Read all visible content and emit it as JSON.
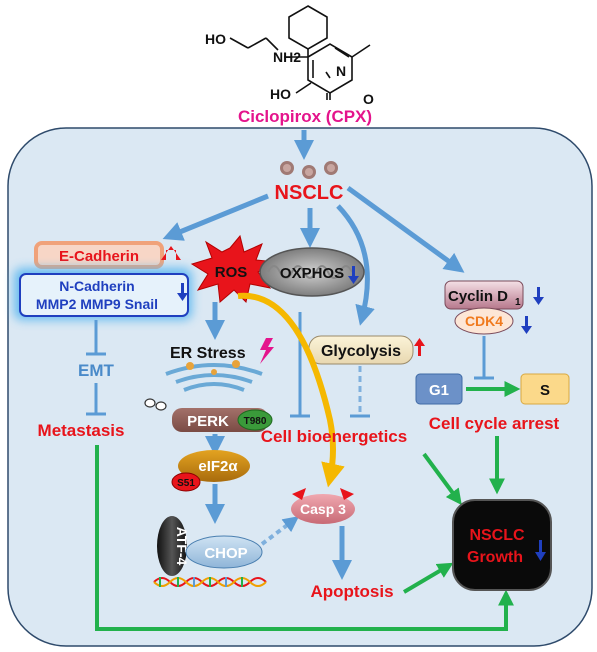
{
  "molecule": {
    "ho_top": "HO",
    "nh2": "NH2",
    "ho_bottom": "HO",
    "n": "N",
    "o": "O",
    "name": "Ciclopirox (CPX)"
  },
  "nodes": {
    "nsclc": "NSCLC",
    "ecadherin": "E-Cadherin",
    "ncadherin_line1": "N-Cadherin",
    "ncadherin_line2": "MMP2 MMP9 Snail",
    "emt": "EMT",
    "metastasis": "Metastasis",
    "ros": "ROS",
    "oxphos": "OXPHOS",
    "er_stress": "ER Stress",
    "perk": "PERK",
    "t980": "T980",
    "eif2a": "eIF2α",
    "s51": "S51",
    "atf4": "ATF-4",
    "chop": "CHOP",
    "glycolysis": "Glycolysis",
    "cell_bioenergetics": "Cell bioenergetics",
    "casp3": "Casp 3",
    "apoptosis": "Apoptosis",
    "cyclin_d1": "Cyclin D",
    "cyclin_sub": "1",
    "cdk4": "CDK4",
    "g1": "G1",
    "s": "S",
    "cell_cycle_arrest": "Cell cycle arrest",
    "growth_line1": "NSCLC",
    "growth_line2": "Growth"
  },
  "colors": {
    "red_label": "#e8141b",
    "pink_label": "#e4148c",
    "blue_arrow": "#5b9bd5",
    "green_arrow": "#22b14c",
    "cell_fill": "#dbe8f3",
    "cell_border": "#2e4a6b",
    "up_arrow": "#e8141b",
    "down_arrow": "#1f3fbf"
  }
}
